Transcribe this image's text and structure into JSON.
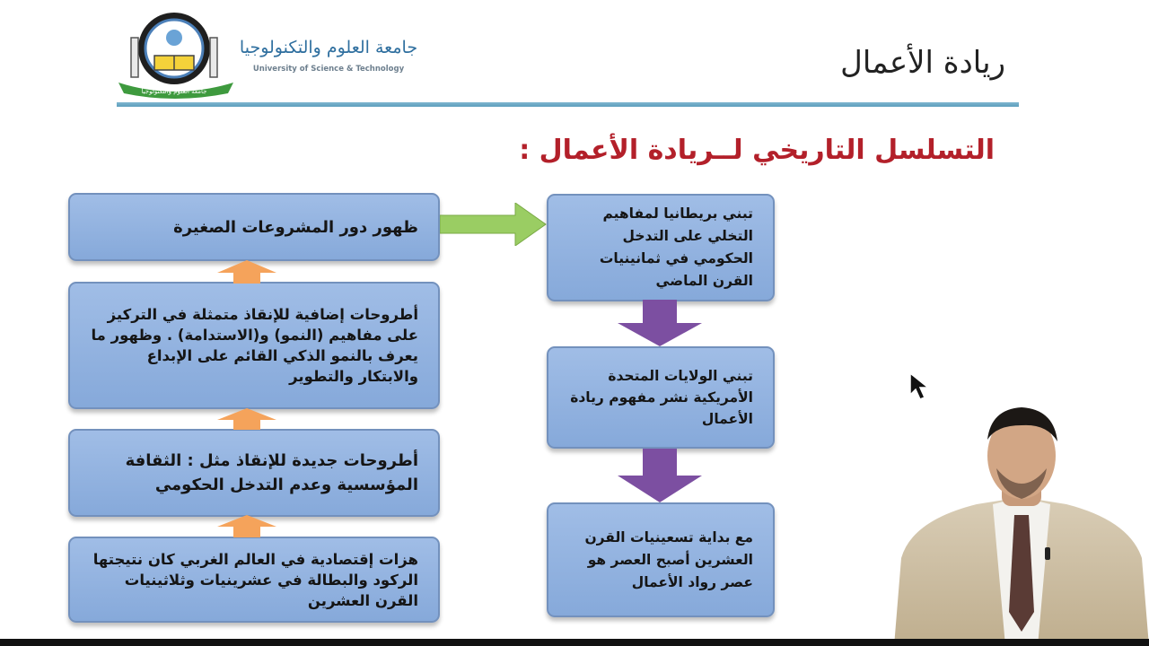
{
  "header": {
    "logo_label": "جامعة العلوم والتكنولوجيا",
    "university_ar": "جامعة العلوم والتكنولوجيا",
    "university_en": "University of Science & Technology",
    "slide_title": "ريادة الأعمال"
  },
  "heading": "التسلسل التاريخي لــريادة الأعمال :",
  "left_column": [
    {
      "text": "ظهور دور المشروعات الصغيرة"
    },
    {
      "text": "أطروحات إضافية للإنقاذ متمثلة في التركيز على مفاهيم (النمو) و(الاستدامة) . وظهور ما يعرف بالنمو الذكي القائم على الإبداع والابتكار والتطوير"
    },
    {
      "text": "أطروحات جديدة للإنقاذ مثل : الثقافة المؤسسية وعدم التدخل الحكومي"
    },
    {
      "text": "هزات إقتصادية في العالم الغربي كان نتيجتها الركود والبطالة في عشرينيات وثلاثينيات القرن العشرين"
    }
  ],
  "right_column": [
    {
      "text": "تبني بريطانيا لمفاهيم التخلي على التدخل الحكومي في ثمانينيات القرن الماضي"
    },
    {
      "text": "تبني الولايات المتحدة الأمريكية نشر مفهوم ريادة الأعمال"
    },
    {
      "text": "مع بداية تسعينيات القرن العشرين أصبح العصر هو عصر رواد الأعمال"
    }
  ],
  "colors": {
    "heading": "#b3202a",
    "box_fill": "#94b3e0",
    "up_arrow": "#f5a35b",
    "down_arrow": "#7c4fa1",
    "connector_arrow": "#9acd63",
    "rule": "#6eaac6"
  },
  "icons": {
    "logo": "university-emblem",
    "cursor": "mouse-pointer",
    "presenter": "presenter-video"
  }
}
